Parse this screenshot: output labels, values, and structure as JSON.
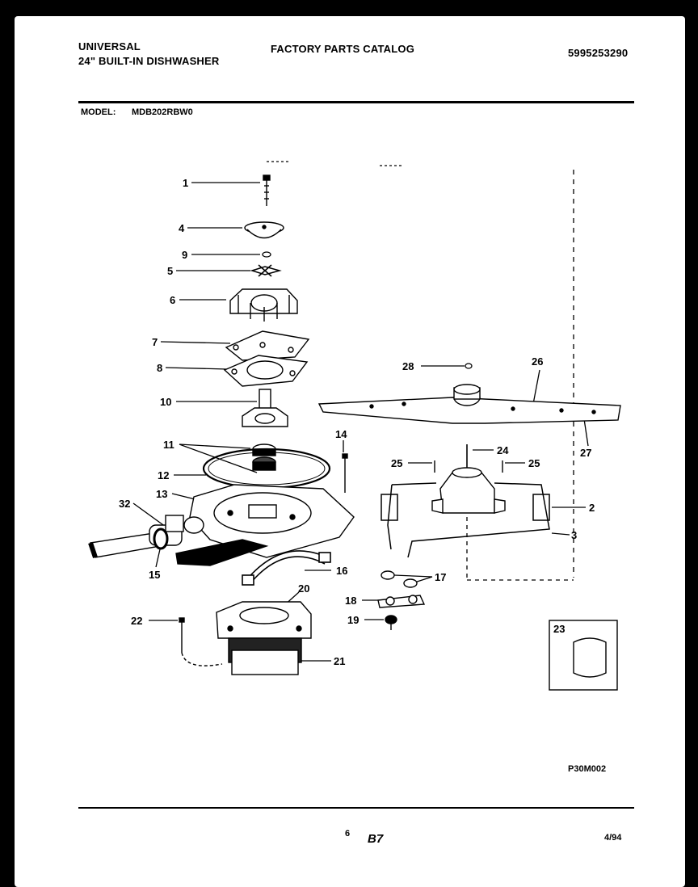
{
  "header": {
    "brand": "UNIVERSAL",
    "product": "24\" BUILT-IN DISHWASHER",
    "catalog_title": "FACTORY PARTS CATALOG",
    "catalog_number": "5995253290",
    "model_label": "MODEL:",
    "model_value": "MDB202RBW0"
  },
  "callouts": [
    "1",
    "4",
    "9",
    "5",
    "6",
    "7",
    "8",
    "10",
    "11",
    "12",
    "13",
    "32",
    "15",
    "14",
    "16",
    "20",
    "22",
    "21",
    "28",
    "26",
    "27",
    "24",
    "25",
    "25",
    "2",
    "3",
    "17",
    "18",
    "19",
    "23"
  ],
  "footer": {
    "figure_code": "P30M002",
    "page_number": "6",
    "page_mark": "B7",
    "date": "4/94"
  },
  "icons": [
    "dishwasher-motor-pump-exploded-view",
    "spray-arm",
    "washer-bracket",
    "inset-part-23"
  ]
}
